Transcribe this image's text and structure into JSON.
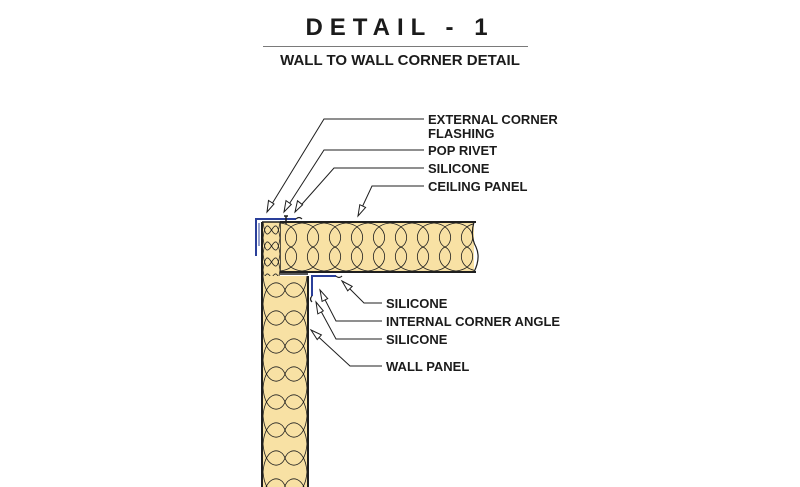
{
  "header": {
    "title": "DETAIL - 1",
    "subtitle": "WALL TO WALL CORNER DETAIL"
  },
  "labels": {
    "external_corner_flashing_line1": "EXTERNAL CORNER",
    "external_corner_flashing_line2": "FLASHING",
    "pop_rivet": "POP RIVET",
    "silicone_top": "SILICONE",
    "ceiling_panel": "CEILING PANEL",
    "silicone_inner_1": "SILICONE",
    "internal_corner_angle": "INTERNAL CORNER ANGLE",
    "silicone_inner_2": "SILICONE",
    "wall_panel": "WALL PANEL"
  },
  "colors": {
    "insulation": "#f8e1a4",
    "panel_outline": "#1f1f1f",
    "flashing": "#2a3f9a",
    "text": "#1b1b1b"
  }
}
